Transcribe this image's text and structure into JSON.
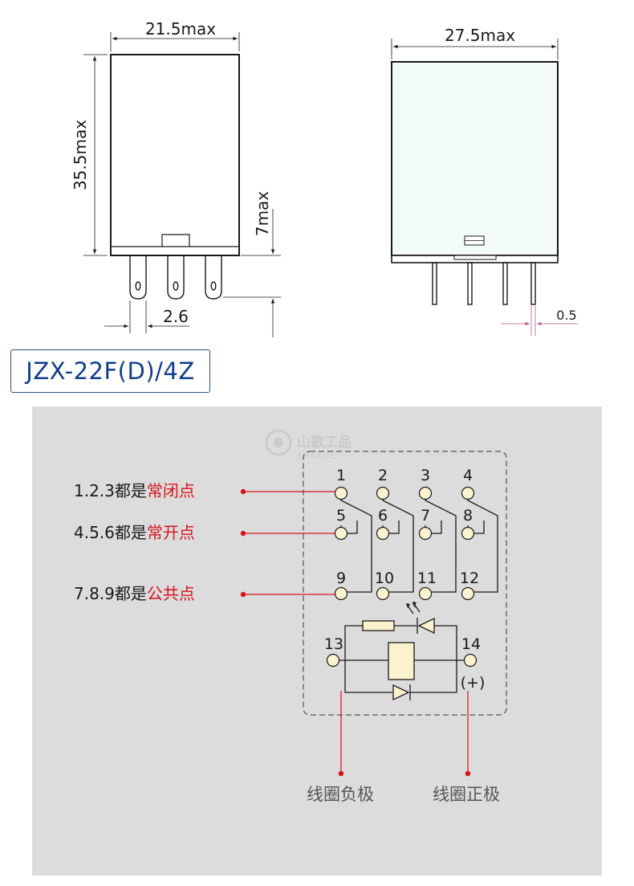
{
  "dimensions": {
    "width_max": "21.5max",
    "height_max": "35.5max",
    "pin_length": "7max",
    "pin_pitch": "2.6",
    "depth_max": "27.5max",
    "pin_thickness": "0.5"
  },
  "model": "JZX-22F(D)/4Z",
  "watermark": {
    "brand": "山歌工品",
    "sub": "SHANGE"
  },
  "terminals": {
    "nc": [
      "1",
      "2",
      "3",
      "4"
    ],
    "no": [
      "5",
      "6",
      "7",
      "8"
    ],
    "com": [
      "9",
      "10",
      "11",
      "12"
    ],
    "coil_neg": "13",
    "coil_pos": "14",
    "plus_mark": "(+)"
  },
  "annotations": {
    "nc_prefix": "1.2.3都是",
    "nc_term": "常闭点",
    "no_prefix": "4.5.6都是",
    "no_term": "常开点",
    "com_prefix": "7.8.9都是",
    "com_term": "公共点",
    "coil_neg_label": "线圈负极",
    "coil_pos_label": "线圈正极"
  },
  "colors": {
    "line": "#1a1a1a",
    "accent_red": "#d8121d",
    "panel_bg": "#dcdcdc",
    "terminal_fill": "#fbf3cf",
    "body_fill": "#f3fbfa",
    "title_blue": "#0f3f8c"
  }
}
